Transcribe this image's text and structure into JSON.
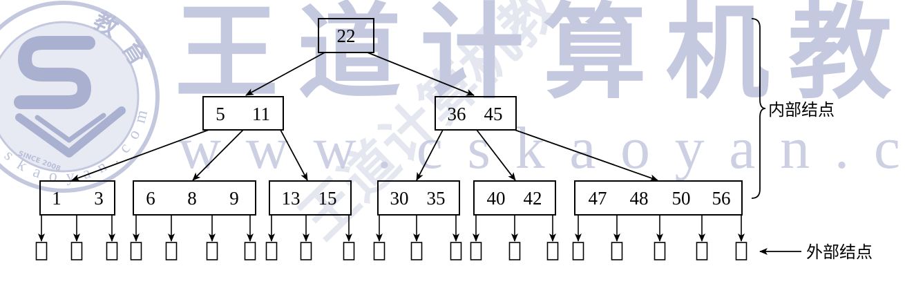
{
  "watermark": {
    "brand": "王道计算机教",
    "url": "www.cskaoyan.c",
    "diagonal": "王道计算机教",
    "logo": {
      "char_1": "教",
      "char_2": "育",
      "since": "SINCE 2008",
      "ring": "skaoyan.com"
    }
  },
  "tree": {
    "root": {
      "keys": [
        "22"
      ]
    },
    "internal": [
      {
        "keys": [
          "5",
          "11"
        ]
      },
      {
        "keys": [
          "36",
          "45"
        ]
      }
    ],
    "lower": [
      {
        "keys": [
          "1",
          "3"
        ]
      },
      {
        "keys": [
          "6",
          "8",
          "9"
        ]
      },
      {
        "keys": [
          "13",
          "15"
        ]
      },
      {
        "keys": [
          "30",
          "35"
        ]
      },
      {
        "keys": [
          "40",
          "42"
        ]
      },
      {
        "keys": [
          "47",
          "48",
          "50",
          "56"
        ]
      }
    ]
  },
  "labels": {
    "internal_nodes": "内部结点",
    "external_nodes": "外部结点"
  },
  "colors": {
    "ink": "#000000",
    "watermark": "#c5c9df"
  }
}
